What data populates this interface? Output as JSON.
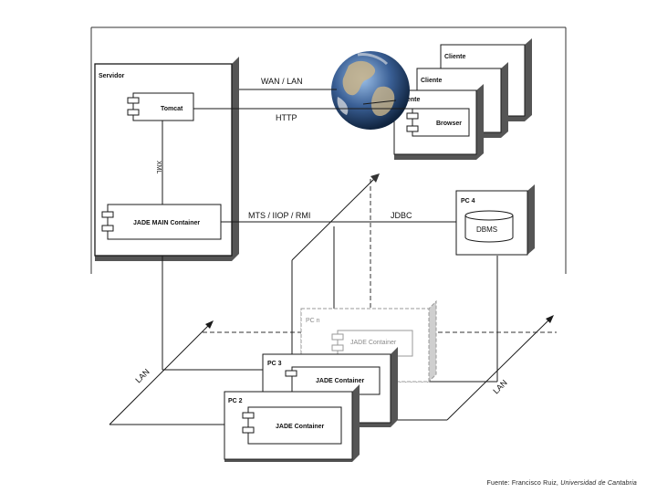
{
  "servidor": {
    "title": "Servidor",
    "tomcat": "Tomcat",
    "main_container": "JADE MAIN Container"
  },
  "links": {
    "wan_lan": "WAN / LAN",
    "http": "HTTP",
    "xml": "XML",
    "mts": "MTS / IIOP / RMI",
    "jdbc": "JDBC",
    "lan": "LAN"
  },
  "clients": [
    {
      "title": "Cliente"
    },
    {
      "title": "Cliente"
    },
    {
      "title": "Cliente",
      "component": "Browser"
    }
  ],
  "pc4": {
    "title": "PC 4",
    "db": "DBMS"
  },
  "pcn": {
    "title": "PC n",
    "container": "JADE Container"
  },
  "pc3": {
    "title": "PC 3",
    "container": "JADE Container"
  },
  "pc2": {
    "title": "PC 2",
    "container": "JADE Container"
  },
  "footer": {
    "prefix": "Fuente: Francisco Ruiz, ",
    "source": "Universidad de Cantabria"
  },
  "colors": {
    "line": "#1a1a1a",
    "shade": "#555555",
    "ghost": "#9a9a9a",
    "globe_ocean": "#3a5f95",
    "globe_land": "#c9b48a"
  }
}
